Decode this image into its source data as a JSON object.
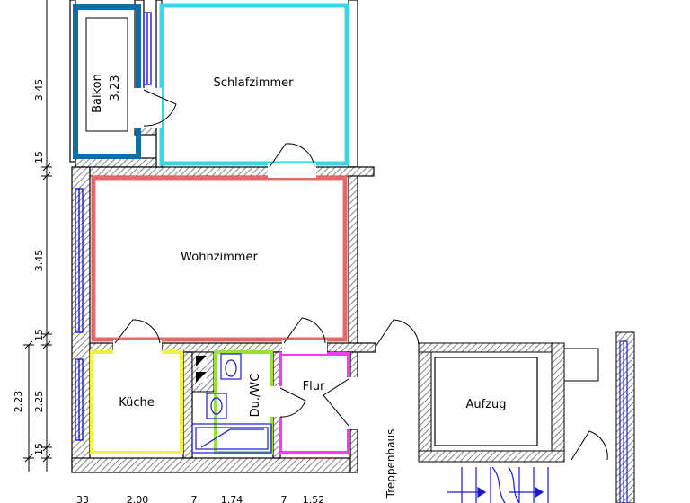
{
  "rooms": {
    "balkon": {
      "name": "Balkon",
      "size": "3.23",
      "color": "#0a6fa8"
    },
    "schlafzimmer": {
      "name": "Schlafzimmer",
      "color": "#39d6e6"
    },
    "wohnzimmer": {
      "name": "Wohnzimmer",
      "color": "#e46a6a"
    },
    "kueche": {
      "name": "Küche",
      "color": "#f2f04a"
    },
    "du_wc": {
      "name": "Du./WC",
      "color": "#9be03a"
    },
    "flur": {
      "name": "Flur",
      "color": "#ef3fef"
    },
    "aufzug": {
      "name": "Aufzug",
      "color": "#000000"
    },
    "treppenhaus": {
      "name": "Treppenhaus"
    }
  },
  "dimensions": {
    "vertical_outer": [
      "3.45",
      "15",
      "3.45",
      "15",
      "2.23",
      "15"
    ],
    "vertical_inner": [
      "2.25"
    ],
    "horizontal": [
      "33",
      "2.00",
      "7",
      "1.74",
      "7",
      "1.52"
    ]
  },
  "colors": {
    "wall": "#000000",
    "hatch": "#555555",
    "window": "#1a1acc"
  }
}
